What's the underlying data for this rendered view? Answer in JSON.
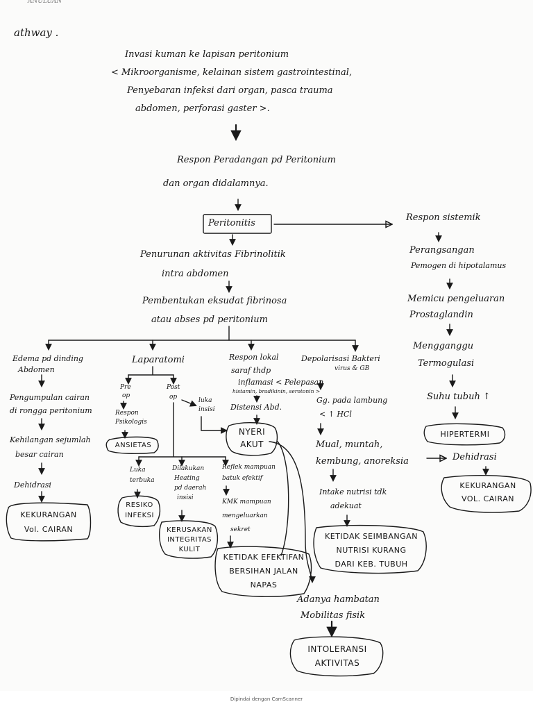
{
  "header_fragment": "athway .",
  "top_scribble": "ANULUAN",
  "footer": "Dipindai dengan CamScanner",
  "nodes": {
    "invasi": [
      "Invasi kuman ke lapisan peritonium",
      "< Mikroorganisme, kelainan sistem gastrointestinal,",
      "Penyebaran infeksi dari organ, pasca trauma",
      "abdomen, perforasi gaster >."
    ],
    "respon_peradangan": [
      "Respon Peradangan pd Peritonium",
      "dan organ didalamnya."
    ],
    "peritonitis": "Peritonitis",
    "respon_sistemik": "Respon sistemik",
    "perangsangan": [
      "Perangsangan",
      "Pemogen di hipotalamus"
    ],
    "memicu": [
      "Memicu pengeluaran",
      "Prostaglandin"
    ],
    "mengganggu": [
      "Mengganggu",
      "Termogulasi"
    ],
    "suhu": "Suhu tubuh ↑",
    "hipertermi": "HIPERTERMI",
    "dehidrasi_kanan": "Dehidrasi",
    "kekurangan_kanan": [
      "KEKURANGAN",
      "VOL. CAIRAN"
    ],
    "penurunan": [
      "Penurunan aktivitas Fibrinolitik",
      "intra    abdomen"
    ],
    "pembentukan": [
      "Pembentukan eksudat fibrinosa",
      "atau abses pd peritonium"
    ],
    "edema": [
      "Edema pd dinding",
      "Abdomen"
    ],
    "pengumpulan": [
      "Pengumpulan cairan",
      "di rongga peritonium"
    ],
    "kehilangan": [
      "Kehilangan sejumlah",
      "besar cairan"
    ],
    "dehidrasi_kiri": "Dehidrasi",
    "kekurangan_kiri": [
      "KEKURANGAN",
      "Vol. CAIRAN"
    ],
    "laparatomi": "Laparatomi",
    "pre_op": [
      "Pre",
      "op"
    ],
    "post_op": [
      "Post",
      "op"
    ],
    "respon_psikologis": [
      "Respon",
      "Psikologis"
    ],
    "ansietas": "ANSIETAS",
    "luka_insisi": [
      "luka",
      "insisi"
    ],
    "luka_terbuka": [
      "Luka",
      "terbuka"
    ],
    "resiko_infeksi": [
      "RESIKO",
      "INFEKSI"
    ],
    "dilakukan_heating": [
      "Dilakukan",
      "Heating",
      "pd daerah",
      "insisi"
    ],
    "kerusakan": [
      "KERUSAKAN",
      "INTEGRITAS",
      "KULIT"
    ],
    "reflek": [
      "Reflek mampuan",
      "batuk efektif"
    ],
    "kmk_mampuan": [
      "KMK mampuan",
      "mengeluarkan",
      "sekret"
    ],
    "ketidakefektifan": [
      "KETIDAK EFEKTIFAN",
      "BERSIHAN JALAN",
      "NAPAS"
    ],
    "respon_lokal": [
      "Respon lokal",
      "saraf thdp"
    ],
    "inflamasi": "inflamasi < Pelepasan",
    "inflamasi_detail": "histamin, bradikinin, serotonin >",
    "distensi": "Distensi Abd.",
    "nyeri_akut": [
      "NYERI",
      "AKUT"
    ],
    "depolarisasi": "Depolarisasi Bakteri",
    "virus": "virus & GB",
    "gg_pada_lambung": [
      "Gg. pada lambung",
      "< ↑ HCl"
    ],
    "mual": [
      "Mual, muntah,",
      "kembung, anoreksia"
    ],
    "intake": [
      "Intake nutrisi tdk",
      "adekuat"
    ],
    "ketidakseimbangan": [
      "KETIDAK SEIMBANGAN",
      "NUTRISI KURANG",
      "DARI KEB. TUBUH"
    ],
    "adanya_hambatan": [
      "Adanya hambatan",
      "Mobilitas fisik"
    ],
    "intoleransi": [
      "INTOLERANSI",
      "AKTIVITAS"
    ]
  }
}
